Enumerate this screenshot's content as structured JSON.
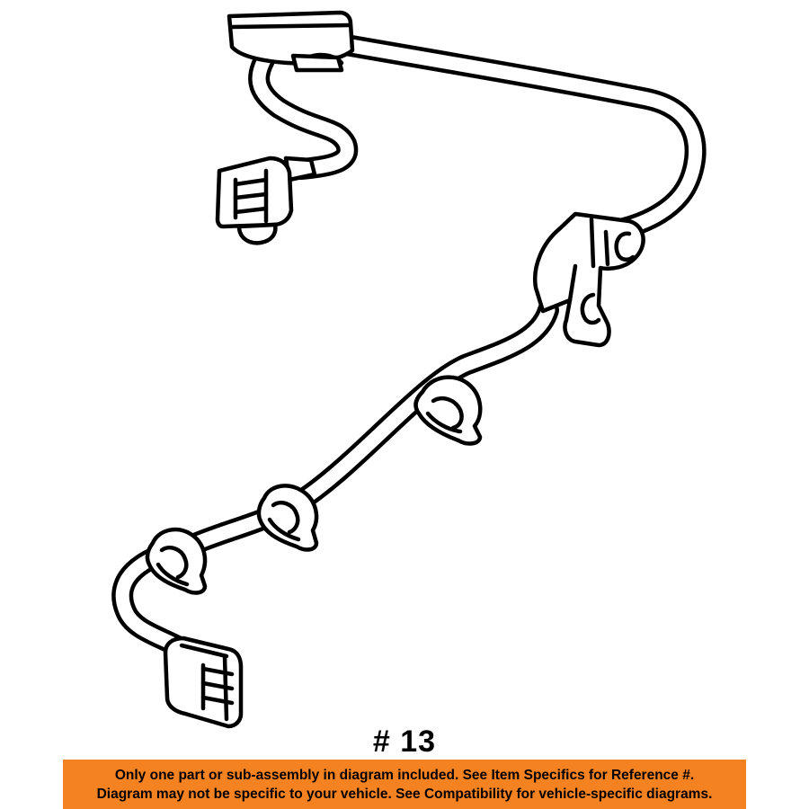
{
  "diagram": {
    "subject": "wiring-harness-illustration",
    "part_number_label": "# 13"
  },
  "banner": {
    "line1": "Only one part or sub-assembly in diagram included. See Item Specifics for Reference #.",
    "line2": "Diagram may not be specific to your vehicle. See Compatibility for vehicle-specific diagrams.",
    "background_color": "#f58220",
    "text_color": "#000000"
  }
}
